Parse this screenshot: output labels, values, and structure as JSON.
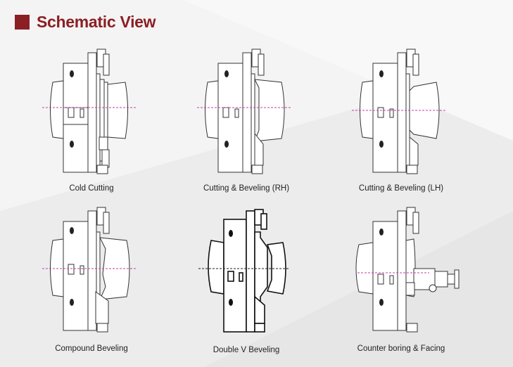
{
  "header": {
    "title": "Schematic View",
    "accent_color": "#8b1f24"
  },
  "diagrams": [
    {
      "caption": "Cold Cutting",
      "icon": "cold-cutting-schematic"
    },
    {
      "caption": "Cutting & Beveling (RH)",
      "icon": "beveling-rh-schematic"
    },
    {
      "caption": "Cutting & Beveling (LH)",
      "icon": "beveling-lh-schematic"
    },
    {
      "caption": "Compound Beveling",
      "icon": "compound-beveling-schematic"
    },
    {
      "caption": "Double V Beveling",
      "icon": "double-v-beveling-schematic"
    },
    {
      "caption": "Counter boring & Facing",
      "icon": "counter-boring-facing-schematic"
    }
  ],
  "centerline_color": "#c43fa0"
}
